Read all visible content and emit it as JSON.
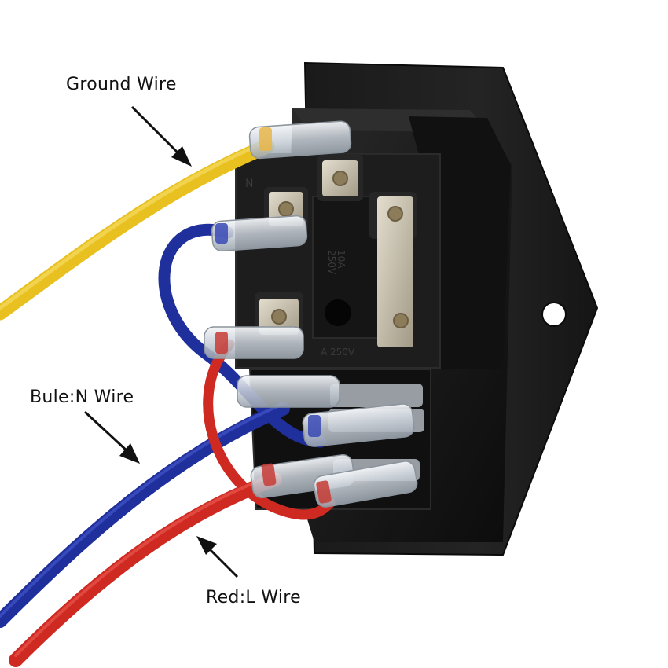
{
  "labels": {
    "ground": "Ground Wire",
    "neutral": "Bule:N Wire",
    "live": "Red:L Wire"
  },
  "module_markings": {
    "terminal_n": "N",
    "rating_current": "10A",
    "rating_voltage": "250V",
    "fuse_rating": "A 250V"
  },
  "wire_colors": {
    "ground": "#e8c020",
    "neutral": "#1f2f9c",
    "live": "#cf2a22"
  },
  "colors": {
    "housing": "#151515",
    "flange": "#1c1c1c",
    "terminal_brass": "#c8c2b2",
    "sleeve": "#dfe4ea",
    "arrow": "#111111"
  }
}
